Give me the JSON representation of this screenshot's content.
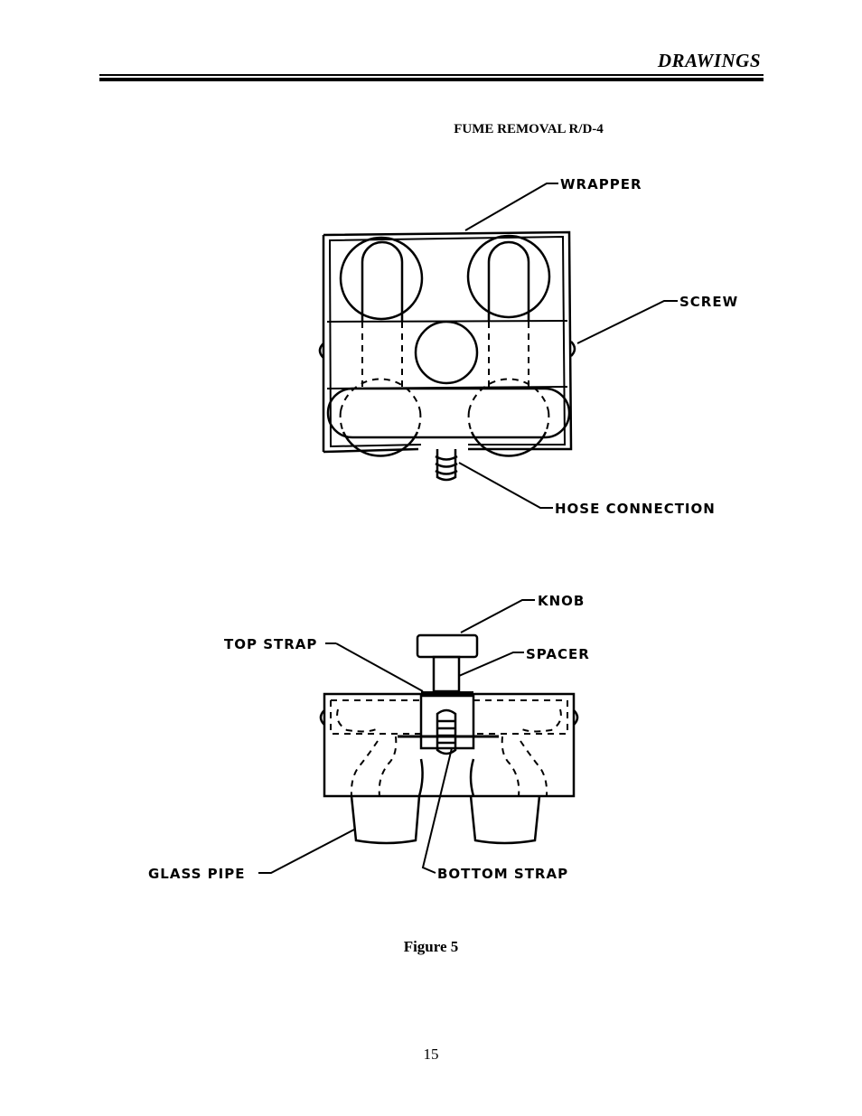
{
  "header": {
    "section_title": "DRAWINGS"
  },
  "drawing": {
    "title": "FUME REMOVAL R/D-4"
  },
  "top_view_labels": {
    "wrapper": "WRAPPER",
    "screw": "SCREW",
    "hose_connection": "HOSE CONNECTION"
  },
  "side_view_labels": {
    "knob": "KNOB",
    "top_strap": "TOP STRAP",
    "spacer": "SPACER",
    "glass_pipe": "GLASS PIPE",
    "bottom_strap": "BOTTOM STRAP"
  },
  "figure": {
    "caption": "Figure 5"
  },
  "footer": {
    "page_number": "15"
  }
}
